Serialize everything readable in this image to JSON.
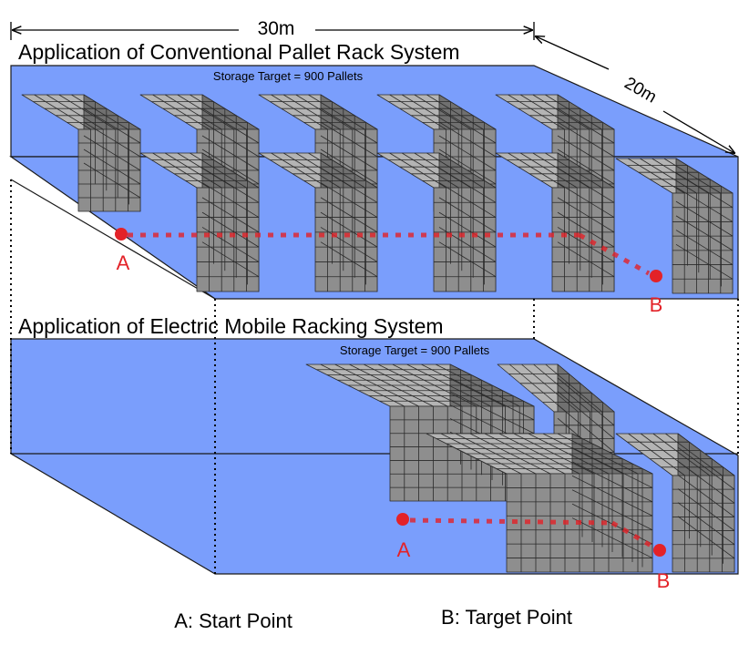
{
  "dimensions": {
    "width_label": "30m",
    "depth_label": "20m"
  },
  "top_panel": {
    "title": "Application of Conventional Pallet Rack System",
    "target": "Storage Target = 900 Pallets",
    "point_a": "A",
    "point_b": "B"
  },
  "bottom_panel": {
    "title": "Application of Electric Mobile Racking System",
    "target": "Storage Target = 900 Pallets",
    "point_a": "A",
    "point_b": "B"
  },
  "legend": {
    "start": "A: Start Point",
    "target": "B: Target Point"
  },
  "colors": {
    "floor": "#7A9EFC",
    "rack_front": "#8E8E8E",
    "rack_side": "#707070",
    "rack_top": "#B4B4B4",
    "grid": "#2A2A2A",
    "path": "#E32228"
  }
}
